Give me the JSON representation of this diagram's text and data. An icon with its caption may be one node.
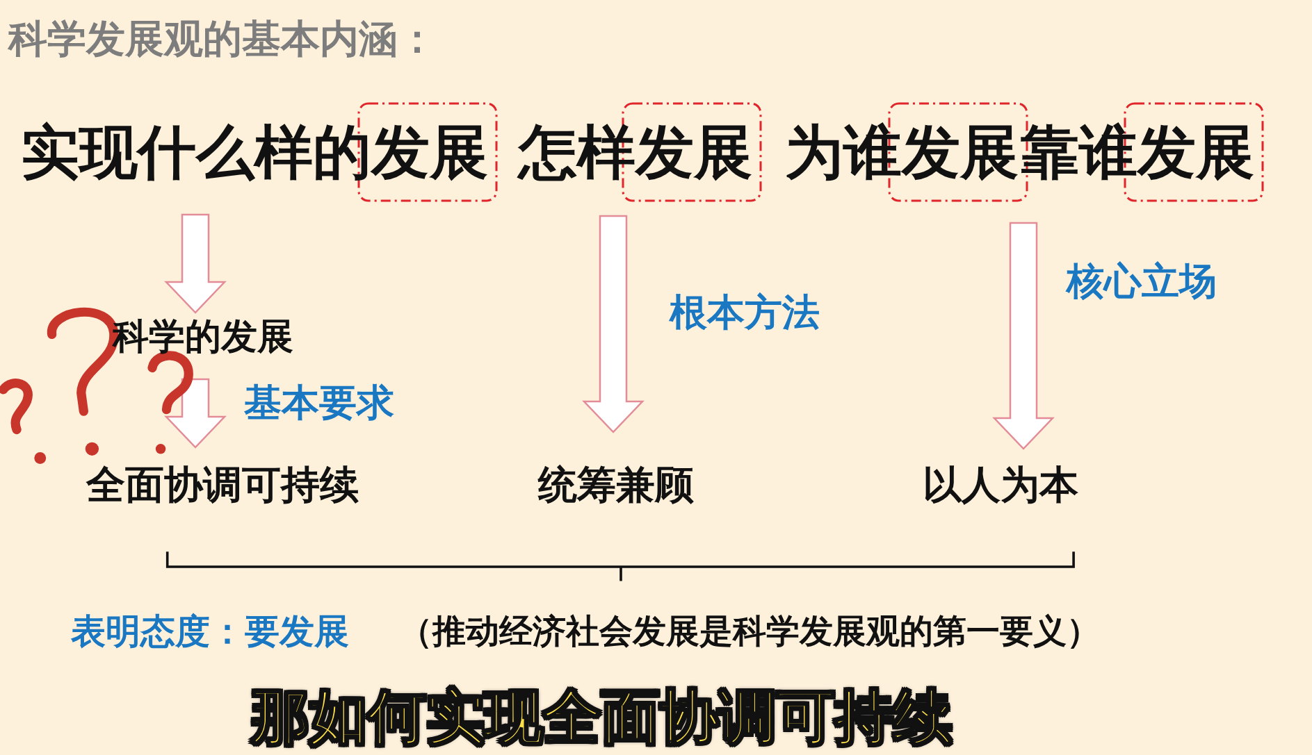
{
  "diagram": {
    "title": "科学发展观的基本内涵：",
    "caption": "那如何实现全面协调可持续",
    "nodes": [
      {
        "text": [
          "实现什么样的发展"
        ]
      },
      {
        "text": [
          "怎样发展"
        ]
      },
      {
        "text": [
          "为谁发展"
        ]
      },
      {
        "text": [
          "靠谁发展"
        ]
      },
      {
        "text": [
          "科学的发展"
        ]
      },
      {
        "text": [
          "全面协调可持续"
        ]
      },
      {
        "text": [
          "统筹兼顾"
        ]
      },
      {
        "text": [
          "以人为本"
        ]
      }
    ],
    "edges": [
      {
        "from": 0,
        "to": 4,
        "arrow": "to"
      },
      {
        "from": 4,
        "to": 5,
        "arrow": "to",
        "label": "基本要求"
      },
      {
        "from": 1,
        "to": 6,
        "arrow": "to",
        "label": "根本方法"
      },
      {
        "from": 2,
        "to": 7,
        "arrow": "to",
        "label": "核心立场"
      },
      {
        "from": 3,
        "to": 7,
        "arrow": "to"
      }
    ],
    "labels": [
      "表明态度：要发展",
      "（推动经济社会发展是科学发展观的第一要义）"
    ]
  }
}
